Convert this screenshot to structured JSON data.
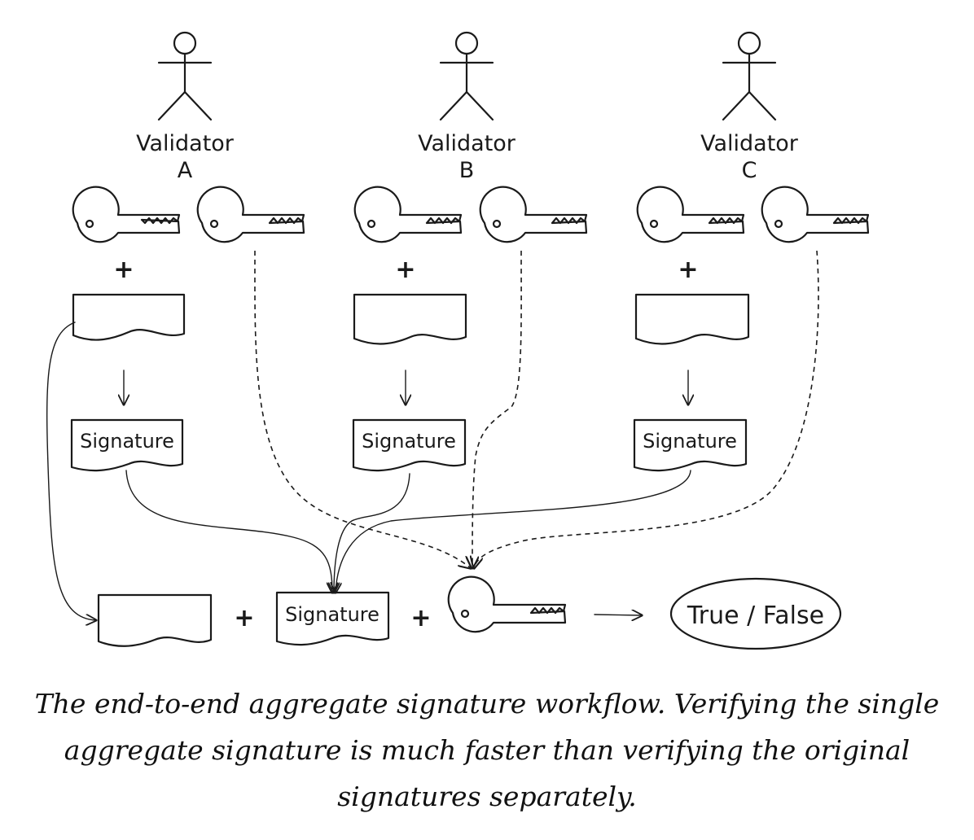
{
  "validators": [
    {
      "line1": "Validator",
      "line2": "A"
    },
    {
      "line1": "Validator",
      "line2": "B"
    },
    {
      "line1": "Validator",
      "line2": "C"
    }
  ],
  "plus_symbol": "+",
  "signature_label": "Signature",
  "aggregate_signature_label": "Signature",
  "result_label": "True / False",
  "caption": "The end-to-end aggregate signature workflow. Verifying the single aggregate signature is much faster than verifying the original signatures separately.",
  "icons": {
    "validator": "stick-figure-icon",
    "private_key": "white-key-icon",
    "public_key": "hatched-key-icon",
    "message": "document-icon",
    "aggregate_key": "crosshatched-key-icon"
  }
}
